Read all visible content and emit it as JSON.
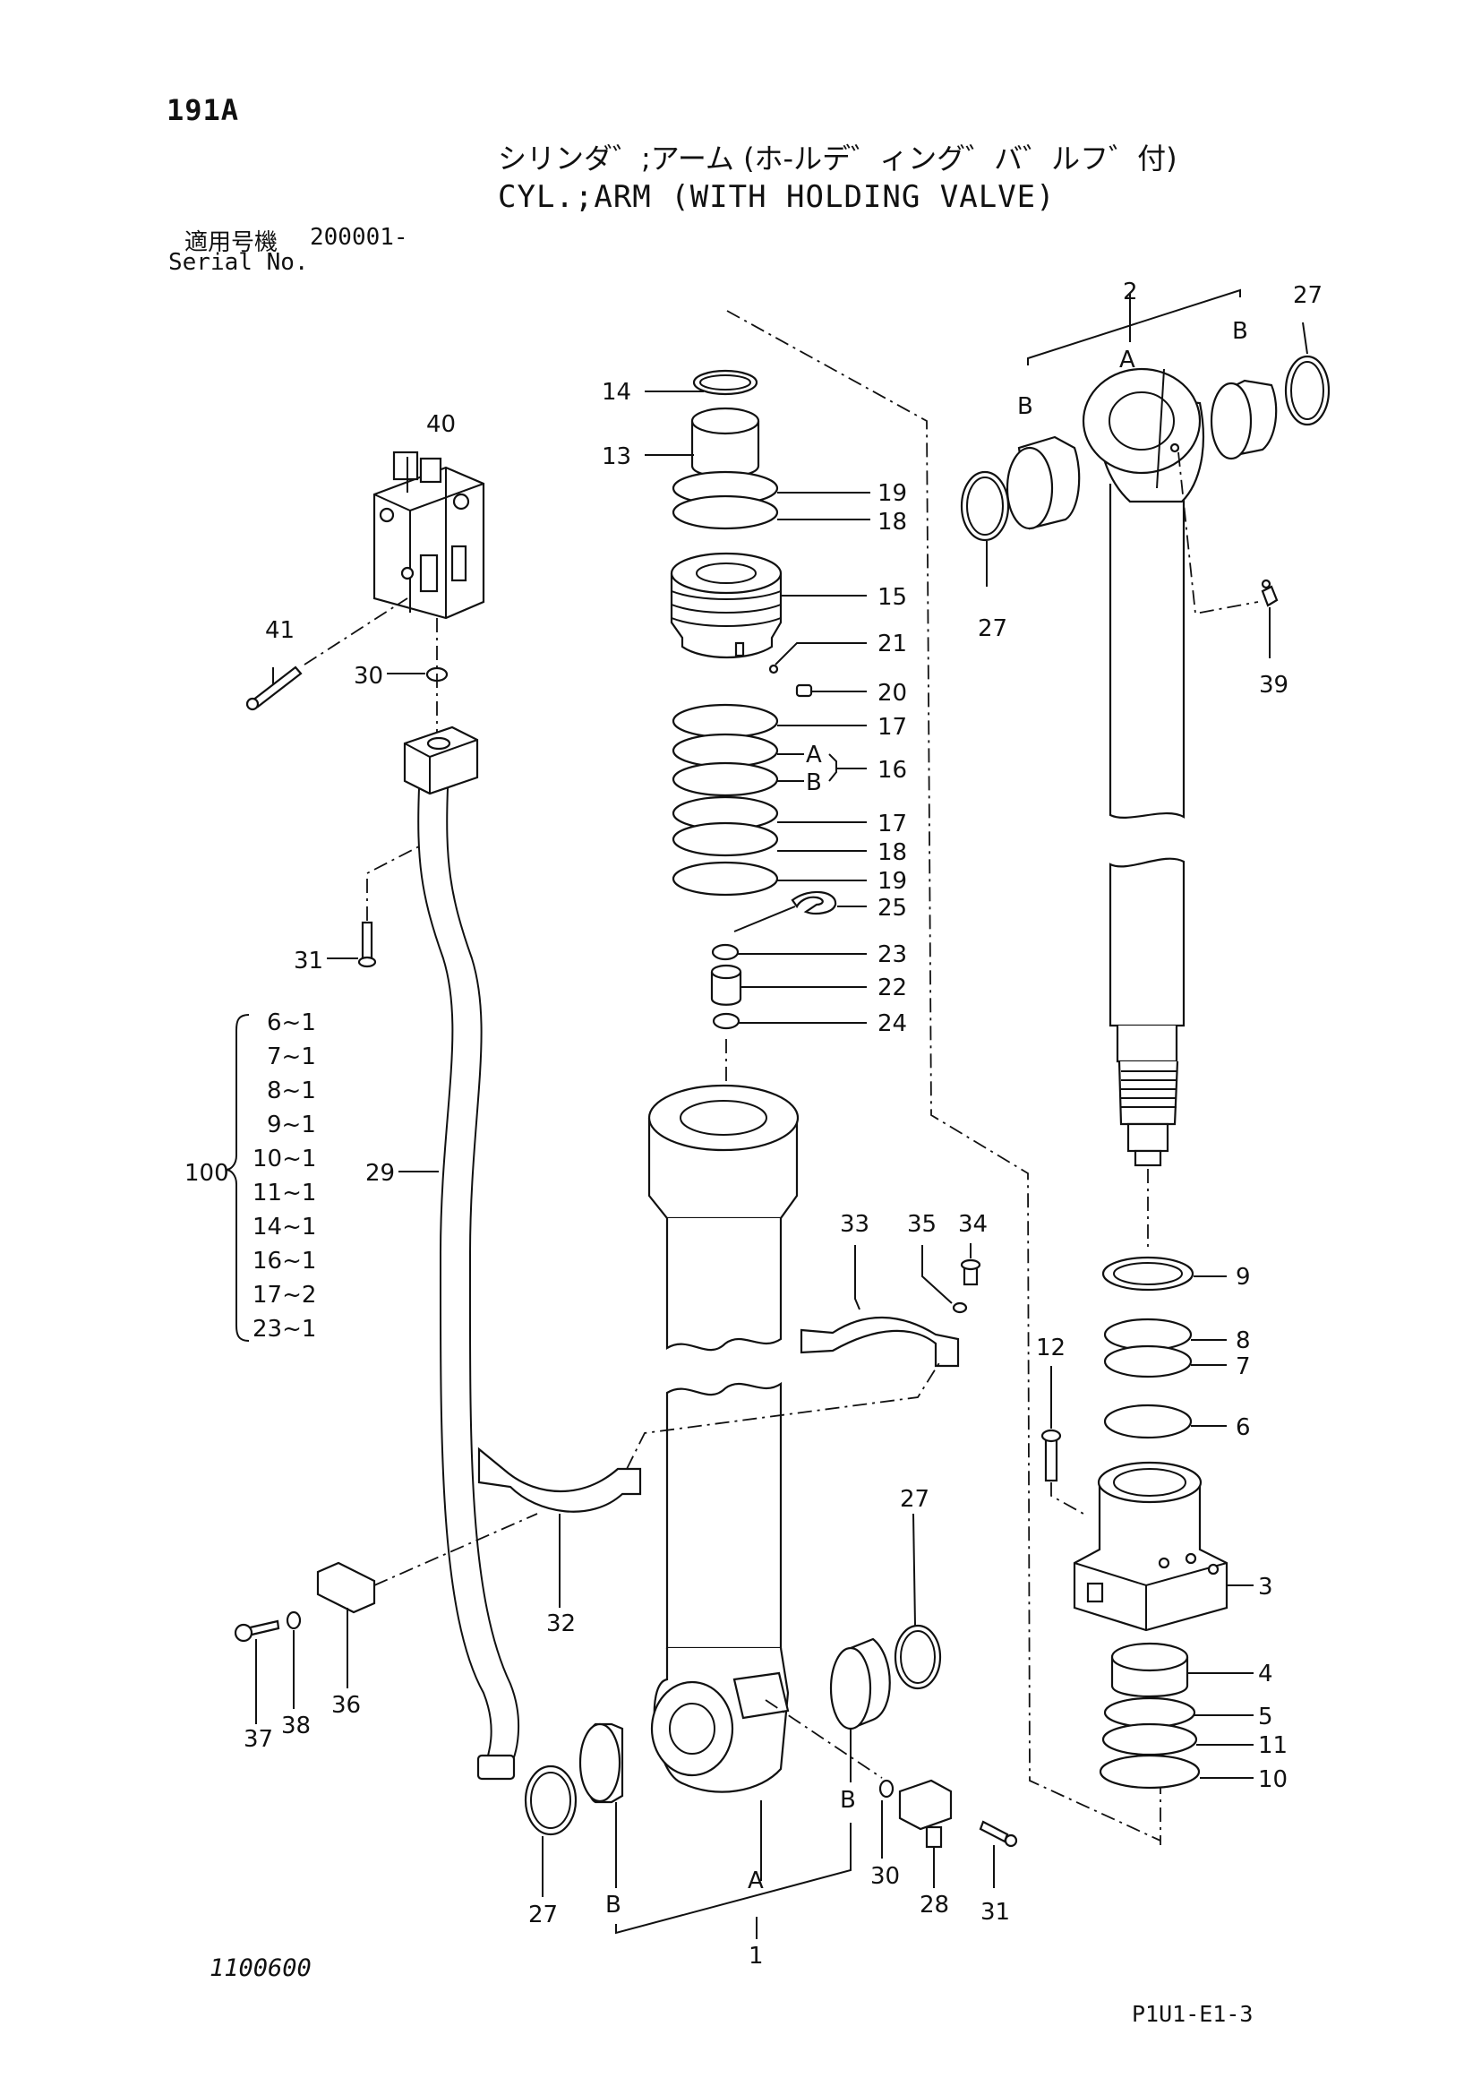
{
  "header": {
    "page_number": "191A",
    "title_jp": "シリンダ゛;アーム (ホ-ルデ゛ィング゛バ゛ルフ゛付)",
    "title_en": "CYL.;ARM (WITH HOLDING VALVE)",
    "serial_label_jp": "適用号機",
    "serial_value": "200001-",
    "serial_label_en": "Serial No."
  },
  "footer": {
    "drawing_number": "1100600",
    "page_code": "P1U1-E1-3"
  },
  "callouts": {
    "c1": "1",
    "c2": "2",
    "c3": "3",
    "c4": "4",
    "c5": "5",
    "c6": "6",
    "c7": "7",
    "c8": "8",
    "c9": "9",
    "c10": "10",
    "c11": "11",
    "c12": "12",
    "c13": "13",
    "c14": "14",
    "c15": "15",
    "c16": "16",
    "c17a": "17",
    "c17b": "17",
    "c18a": "18",
    "c18b": "18",
    "c19a": "19",
    "c19b": "19",
    "c20": "20",
    "c21": "21",
    "c22": "22",
    "c23": "23",
    "c24": "24",
    "c25": "25",
    "c27a": "27",
    "c27b": "27",
    "c27c": "27",
    "c27d": "27",
    "c28": "28",
    "c29": "29",
    "c30a": "30",
    "c30b": "30",
    "c31a": "31",
    "c31b": "31",
    "c32": "32",
    "c33": "33",
    "c34": "34",
    "c35": "35",
    "c36": "36",
    "c37": "37",
    "c38": "38",
    "c39": "39",
    "c40": "40",
    "c41": "41",
    "a_top": "A",
    "b_top_left": "B",
    "b_top_right": "B",
    "a_mid": "A",
    "b_mid": "B",
    "a_bottom": "A",
    "b_bottom_left": "B",
    "b_bottom_right": "B"
  },
  "kit": {
    "number": "100",
    "items": [
      "6~1",
      "7~1",
      "8~1",
      "9~1",
      "10~1",
      "11~1",
      "14~1",
      "16~1",
      "17~2",
      "23~1"
    ]
  }
}
